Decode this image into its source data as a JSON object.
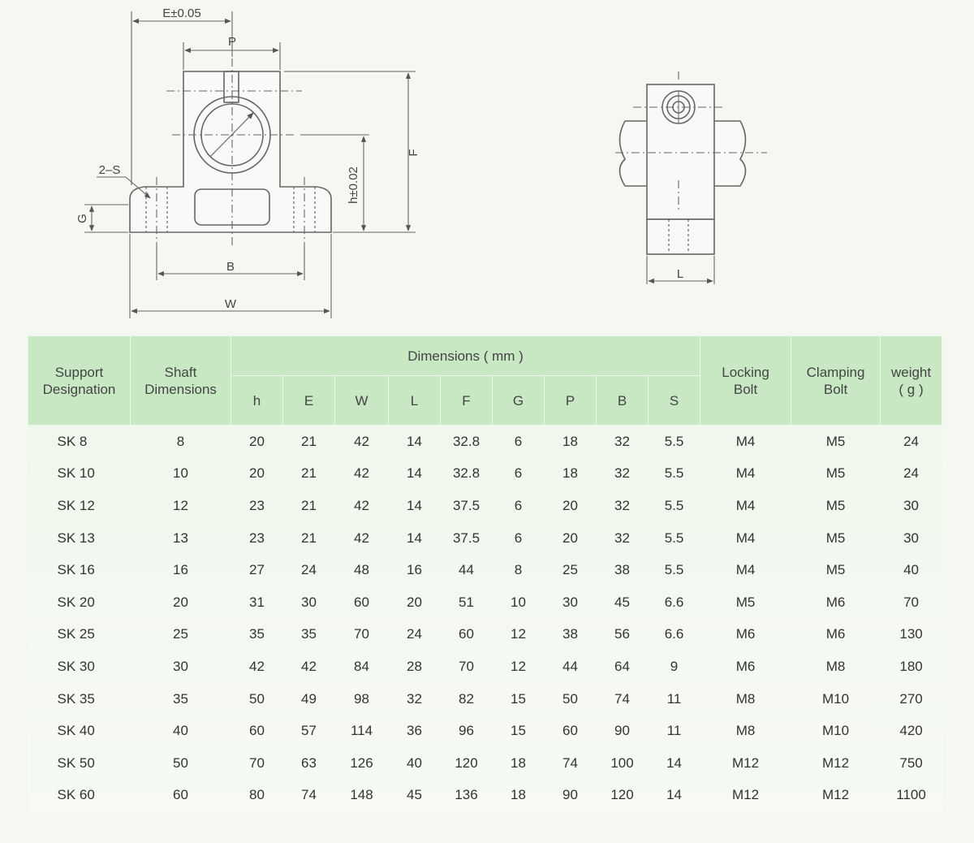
{
  "drawing": {
    "labels": {
      "E": "E±0.05",
      "P": "P",
      "F": "F",
      "h": "h±0.02",
      "S": "2–S",
      "G": "G",
      "B": "B",
      "W": "W",
      "L": "L"
    }
  },
  "table": {
    "group_header": "Dimensions ( mm )",
    "headers": {
      "support": [
        "Support",
        "Designation"
      ],
      "shaft": [
        "Shaft",
        "Dimensions"
      ],
      "locking": [
        "Locking",
        "Bolt"
      ],
      "clamping": [
        "Clamping",
        "Bolt"
      ],
      "weight": [
        "weight",
        "( g )"
      ]
    },
    "dim_headers": [
      "h",
      "E",
      "W",
      "L",
      "F",
      "G",
      "P",
      "B",
      "S"
    ],
    "rows": [
      [
        "SK 8",
        "8",
        "20",
        "21",
        "42",
        "14",
        "32.8",
        "6",
        "18",
        "32",
        "5.5",
        "M4",
        "M5",
        "24"
      ],
      [
        "SK 10",
        "10",
        "20",
        "21",
        "42",
        "14",
        "32.8",
        "6",
        "18",
        "32",
        "5.5",
        "M4",
        "M5",
        "24"
      ],
      [
        "SK 12",
        "12",
        "23",
        "21",
        "42",
        "14",
        "37.5",
        "6",
        "20",
        "32",
        "5.5",
        "M4",
        "M5",
        "30"
      ],
      [
        "SK 13",
        "13",
        "23",
        "21",
        "42",
        "14",
        "37.5",
        "6",
        "20",
        "32",
        "5.5",
        "M4",
        "M5",
        "30"
      ],
      [
        "SK 16",
        "16",
        "27",
        "24",
        "48",
        "16",
        "44",
        "8",
        "25",
        "38",
        "5.5",
        "M4",
        "M5",
        "40"
      ],
      [
        "SK 20",
        "20",
        "31",
        "30",
        "60",
        "20",
        "51",
        "10",
        "30",
        "45",
        "6.6",
        "M5",
        "M6",
        "70"
      ],
      [
        "SK 25",
        "25",
        "35",
        "35",
        "70",
        "24",
        "60",
        "12",
        "38",
        "56",
        "6.6",
        "M6",
        "M6",
        "130"
      ],
      [
        "SK 30",
        "30",
        "42",
        "42",
        "84",
        "28",
        "70",
        "12",
        "44",
        "64",
        "9",
        "M6",
        "M8",
        "180"
      ],
      [
        "SK 35",
        "35",
        "50",
        "49",
        "98",
        "32",
        "82",
        "15",
        "50",
        "74",
        "11",
        "M8",
        "M10",
        "270"
      ],
      [
        "SK 40",
        "40",
        "60",
        "57",
        "114",
        "36",
        "96",
        "15",
        "60",
        "90",
        "11",
        "M8",
        "M10",
        "420"
      ],
      [
        "SK 50",
        "50",
        "70",
        "63",
        "126",
        "40",
        "120",
        "18",
        "74",
        "100",
        "14",
        "M12",
        "M12",
        "750"
      ],
      [
        "SK 60",
        "60",
        "80",
        "74",
        "148",
        "45",
        "136",
        "18",
        "90",
        "120",
        "14",
        "M12",
        "M12",
        "1100"
      ]
    ]
  }
}
